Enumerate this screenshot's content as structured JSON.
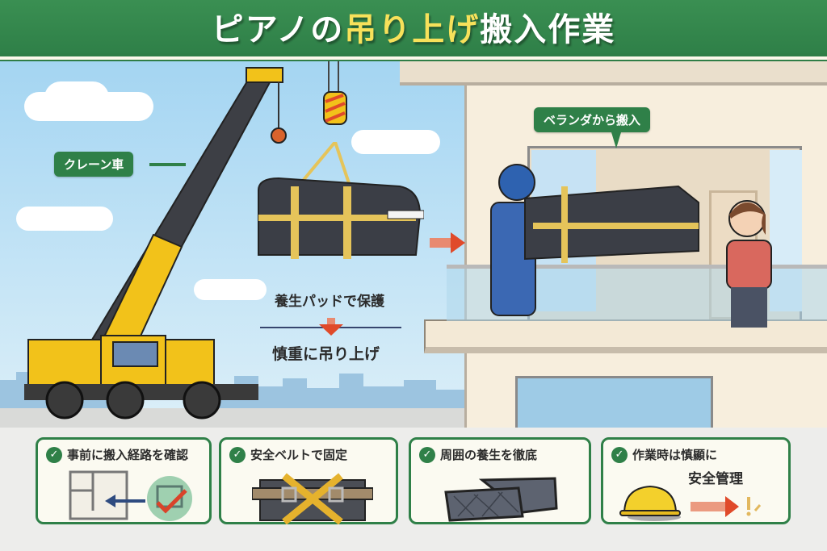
{
  "header": {
    "title_parts": [
      {
        "text": "ピアノの",
        "color": "white"
      },
      {
        "text": "吊り上げ",
        "color": "yellow"
      },
      {
        "text": "搬入作業",
        "color": "white"
      }
    ]
  },
  "scene": {
    "crane_label": "クレーン車",
    "veranda_label": "ベランダから搬入",
    "caption_protect": "養生パッドで保護",
    "caption_lift": "慎重に吊り上げ"
  },
  "checklist": [
    {
      "title": "事前に搬入経路を確認",
      "icon": "floorplan-check-icon"
    },
    {
      "title": "安全ベルトで固定",
      "icon": "safety-harness-icon"
    },
    {
      "title": "周囲の養生を徹底",
      "icon": "protective-pads-icon"
    },
    {
      "title": "作業時は慎顯に",
      "subtitle": "安全管理",
      "icon": "hard-hat-icon"
    }
  ],
  "colors": {
    "brand_green": "#2f8048",
    "title_yellow": "#f7e15a",
    "crane_yellow": "#f2c21a",
    "sky": "#a4d5f2",
    "arrow_red": "#e04a2a"
  }
}
